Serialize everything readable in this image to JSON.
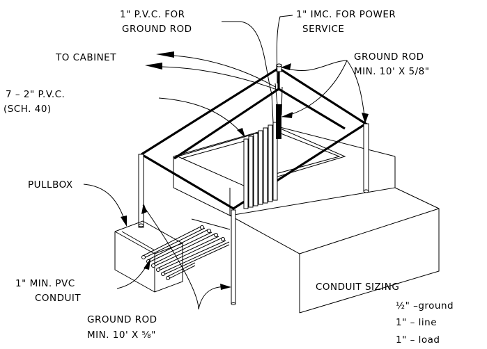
{
  "labels": {
    "pvc_ground_rod_1": "1\" P.V.C. FOR",
    "pvc_ground_rod_2": "GROUND ROD",
    "imc_power_1": "1\" IMC. FOR POWER",
    "imc_power_2": "SERVICE",
    "to_cabinet": "TO CABINET",
    "ground_rod_top_1": "GROUND ROD",
    "ground_rod_top_2": "MIN. 10'  X   5/8\"",
    "pvc_seven_1": "7 – 2\" P.V.C.",
    "pvc_seven_2": "(SCH. 40)",
    "pullbox": "PULLBOX",
    "min_pvc_1": "1\" MIN. PVC",
    "min_pvc_2": "CONDUIT",
    "ground_rod_bottom_1": "GROUND ROD",
    "ground_rod_bottom_2": "MIN. 10'  X   ⅝\"",
    "sizing_title": "CONDUIT SIZING",
    "sizing_ground": "½\" –ground",
    "sizing_line": "1\"  –  line",
    "sizing_load": "1\"  –  load"
  }
}
